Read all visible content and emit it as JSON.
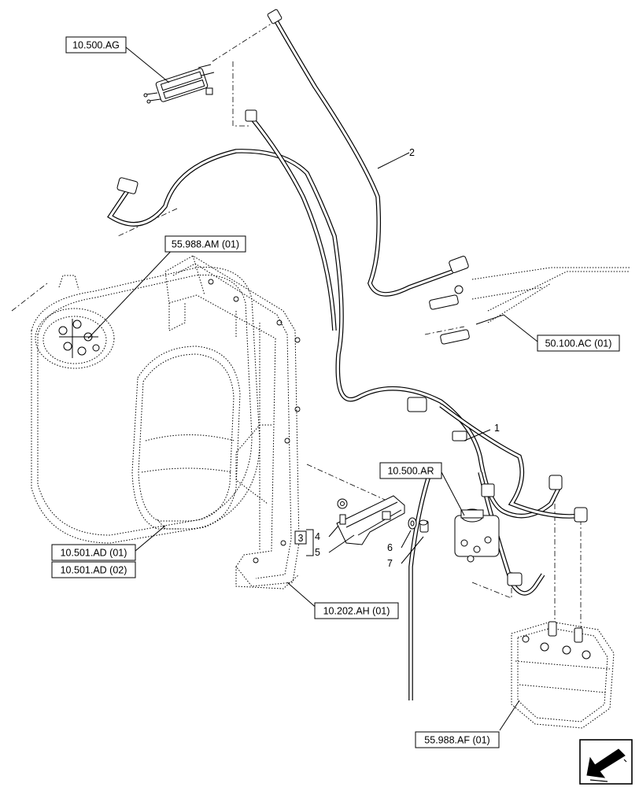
{
  "references": {
    "r_10500ag": "10.500.AG",
    "r_55988am": "55.988.AM (01)",
    "r_50100ac": "50.100.AC (01)",
    "r_10500ar": "10.500.AR",
    "r_10501ad1": "10.501.AD (01)",
    "r_10501ad2": "10.501.AD (02)",
    "r_10202ah": "10.202.AH (01)",
    "r_55988af": "55.988.AF (01)"
  },
  "item_numbers": {
    "n1": "1",
    "n2": "2",
    "n3": "3",
    "n4": "4",
    "n5": "5",
    "n6": "6",
    "n7": "7"
  },
  "icons": {
    "nav": "arrow-down-left-icon"
  }
}
